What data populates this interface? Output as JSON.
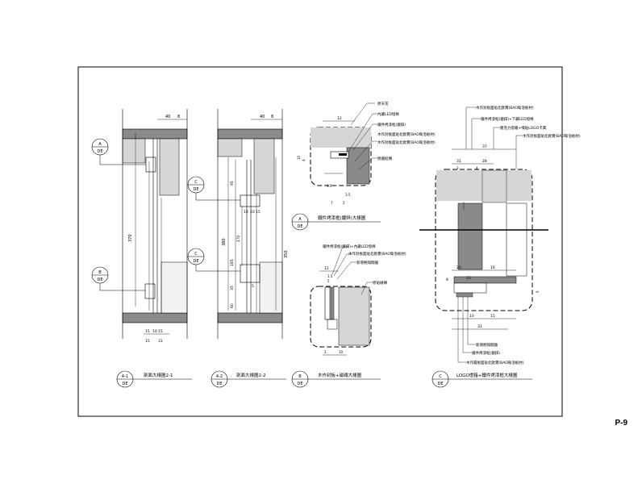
{
  "sheet": {
    "page_number": "P-9"
  },
  "colors": {
    "wall": "#8a8a8a",
    "section_fill": "#d6d6d6",
    "concrete": "#f2f2f2",
    "line": "#000000",
    "cut": "#bdbdbd"
  },
  "details": [
    {
      "id": "4-1",
      "tag_top": "4-1",
      "tag_bottom": "DE",
      "title": "剖面大樣圖2-1",
      "dims": {
        "top_a": "40",
        "top_b": "8",
        "height": "370",
        "bottom": [
          "15",
          "10",
          "15",
          "15"
        ],
        "bottom_total": "31"
      },
      "callouts": [
        {
          "top": "A",
          "bottom": "DE"
        },
        {
          "top": "B",
          "bottom": "DE"
        }
      ]
    },
    {
      "id": "4-2",
      "tag_top": "4-2",
      "tag_bottom": "DE",
      "title": "剖面大樣圖2-2",
      "dims": {
        "top_a": "40",
        "top_b": "8",
        "height": "380",
        "overall": "350",
        "inner": [
          "185",
          "170",
          "35",
          "60",
          "5"
        ],
        "mid": [
          "10",
          "10",
          "15"
        ],
        "top_sub": "95"
      },
      "callouts": [
        {
          "top": "C",
          "bottom": "DE"
        },
        {
          "top": "C",
          "bottom": "DE"
        }
      ]
    },
    {
      "id": "A",
      "tag_top": "A",
      "tag_bottom": "DE",
      "title": "鐵件烤漆框(鍍鋅)大樣圖",
      "labels": [
        "原天花",
        "內藏LED燈條",
        "鐵件烤漆框(鍍鋅)",
        "木作封板面貼北歐實(BAO衛浴板材)",
        "木作封板面貼北歐實(BAO衛浴板材)",
        "原牆結構"
      ],
      "dims": [
        "12",
        "15",
        "1.5",
        "3.5",
        "7",
        "5",
        "10",
        "12",
        "4"
      ]
    },
    {
      "id": "B",
      "tag_top": "B",
      "tag_bottom": "DE",
      "title": "木作封板+磁磚大樣圖",
      "labels": [
        "鐵件烤漆框(鍍鋅)+內藏LED燈條",
        "木作封板面貼北歐實(BAO衛浴板材)",
        "新增輕隔間牆",
        "原貼磁磚"
      ],
      "dims": [
        "12",
        "1.5",
        "5",
        "2",
        "10"
      ]
    },
    {
      "id": "C",
      "tag_top": "C",
      "tag_bottom": "DE",
      "title": "LOGO燈箱+鐵件烤漆框大樣圖",
      "labels": [
        "木作封板面貼北歐實(BAO衛浴板材)",
        "鐵件烤漆框(鍍鋅)+下藏LED燈條",
        "壓克力燈箱+噴貼LOGO卡典",
        "木作封板面貼北歐實(BAO衛浴板材)",
        "新增輕隔間牆",
        "鐵件烤漆框(鍍鋅)",
        "木作層板面貼北歐實(BAO衛浴板材)"
      ],
      "dims": [
        "37",
        "31",
        "28",
        "3",
        "4",
        "16",
        "15",
        "8",
        "20",
        "10",
        "15",
        "31",
        "5"
      ]
    }
  ]
}
